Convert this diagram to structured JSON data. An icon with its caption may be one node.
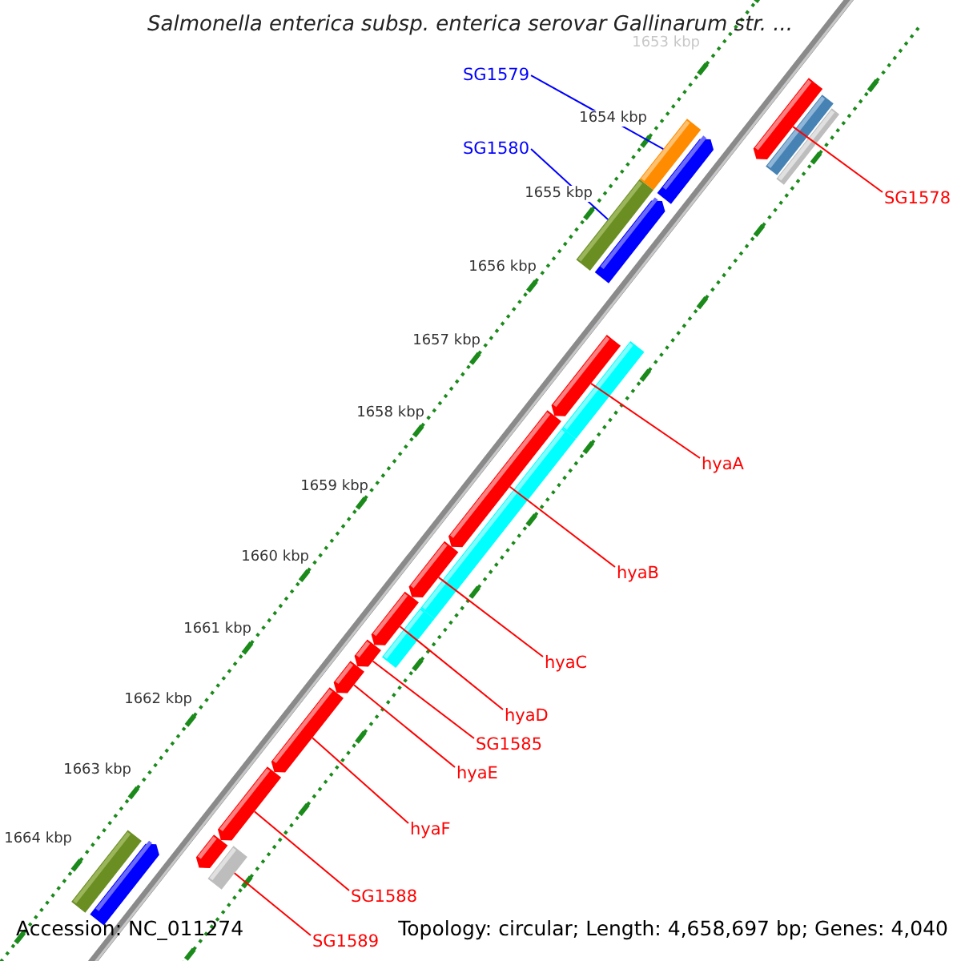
{
  "diagram": {
    "title": "Salmonella enterica subsp. enterica serovar Gallinarum str. ...",
    "nodes": [
      {
        "text": [
          "SG1579"
        ]
      },
      {
        "text": [
          "SG1580"
        ]
      },
      {
        "text": [
          "SG1578"
        ]
      },
      {
        "text": [
          "hyaA"
        ]
      },
      {
        "text": [
          "hyaB"
        ]
      },
      {
        "text": [
          "hyaC"
        ]
      },
      {
        "text": [
          "hyaD"
        ]
      },
      {
        "text": [
          "SG1585"
        ]
      },
      {
        "text": [
          "hyaE"
        ]
      },
      {
        "text": [
          "hyaF"
        ]
      },
      {
        "text": [
          "SG1588"
        ]
      },
      {
        "text": [
          "SG1589"
        ]
      },
      {
        "text": [],
        "shape": "arrow"
      },
      {
        "text": [],
        "shape": "bar"
      },
      {
        "text": [],
        "shape": "bar"
      },
      {
        "text": [],
        "shape": "bar"
      },
      {
        "text": [],
        "shape": "arrow"
      },
      {
        "text": [],
        "shape": "bar"
      },
      {
        "text": [],
        "shape": "arrow"
      },
      {
        "text": [],
        "shape": "arrow"
      },
      {
        "text": [],
        "shape": "bar"
      },
      {
        "text": [],
        "shape": "arrow"
      },
      {
        "text": [],
        "shape": "bar"
      },
      {
        "text": [],
        "shape": "arrow"
      },
      {
        "text": [],
        "shape": "arrow"
      },
      {
        "text": [],
        "shape": "bar"
      },
      {
        "text": [],
        "shape": "arrow"
      },
      {
        "text": [],
        "shape": "arrow"
      },
      {
        "text": [],
        "shape": "arrow"
      },
      {
        "text": [],
        "shape": "arrow"
      },
      {
        "text": [],
        "shape": "bar"
      },
      {
        "text": [],
        "shape": "arrow"
      },
      {
        "text": [],
        "shape": "bar"
      },
      {
        "text": [],
        "shape": "arrow"
      }
    ],
    "edges": [
      {
        "from": 0,
        "to": 15,
        "arrow": "none",
        "color": "#0000ff"
      },
      {
        "from": 1,
        "to": 17,
        "arrow": "none",
        "color": "#0000ff"
      },
      {
        "from": 2,
        "to": 12,
        "arrow": "none"
      },
      {
        "from": 3,
        "to": 19,
        "arrow": "none"
      },
      {
        "from": 4,
        "to": 21,
        "arrow": "none"
      },
      {
        "from": 5,
        "to": 23,
        "arrow": "none"
      },
      {
        "from": 6,
        "to": 24,
        "arrow": "none"
      },
      {
        "from": 7,
        "to": 26,
        "arrow": "none"
      },
      {
        "from": 8,
        "to": 27,
        "arrow": "none"
      },
      {
        "from": 9,
        "to": 28,
        "arrow": "none"
      },
      {
        "from": 10,
        "to": 29,
        "arrow": "none"
      },
      {
        "from": 11,
        "to": 30,
        "arrow": "none"
      }
    ],
    "labels": [
      "1653 kbp",
      "1654 kbp",
      "1655 kbp",
      "1656 kbp",
      "1657 kbp",
      "1658 kbp",
      "1659 kbp",
      "1660 kbp",
      "1661 kbp",
      "1662 kbp",
      "1663 kbp",
      "1664 kbp",
      "Accession: NC_011274",
      "Topology: circular; Length: 4,658,697 bp; Genes: 4,040"
    ]
  }
}
